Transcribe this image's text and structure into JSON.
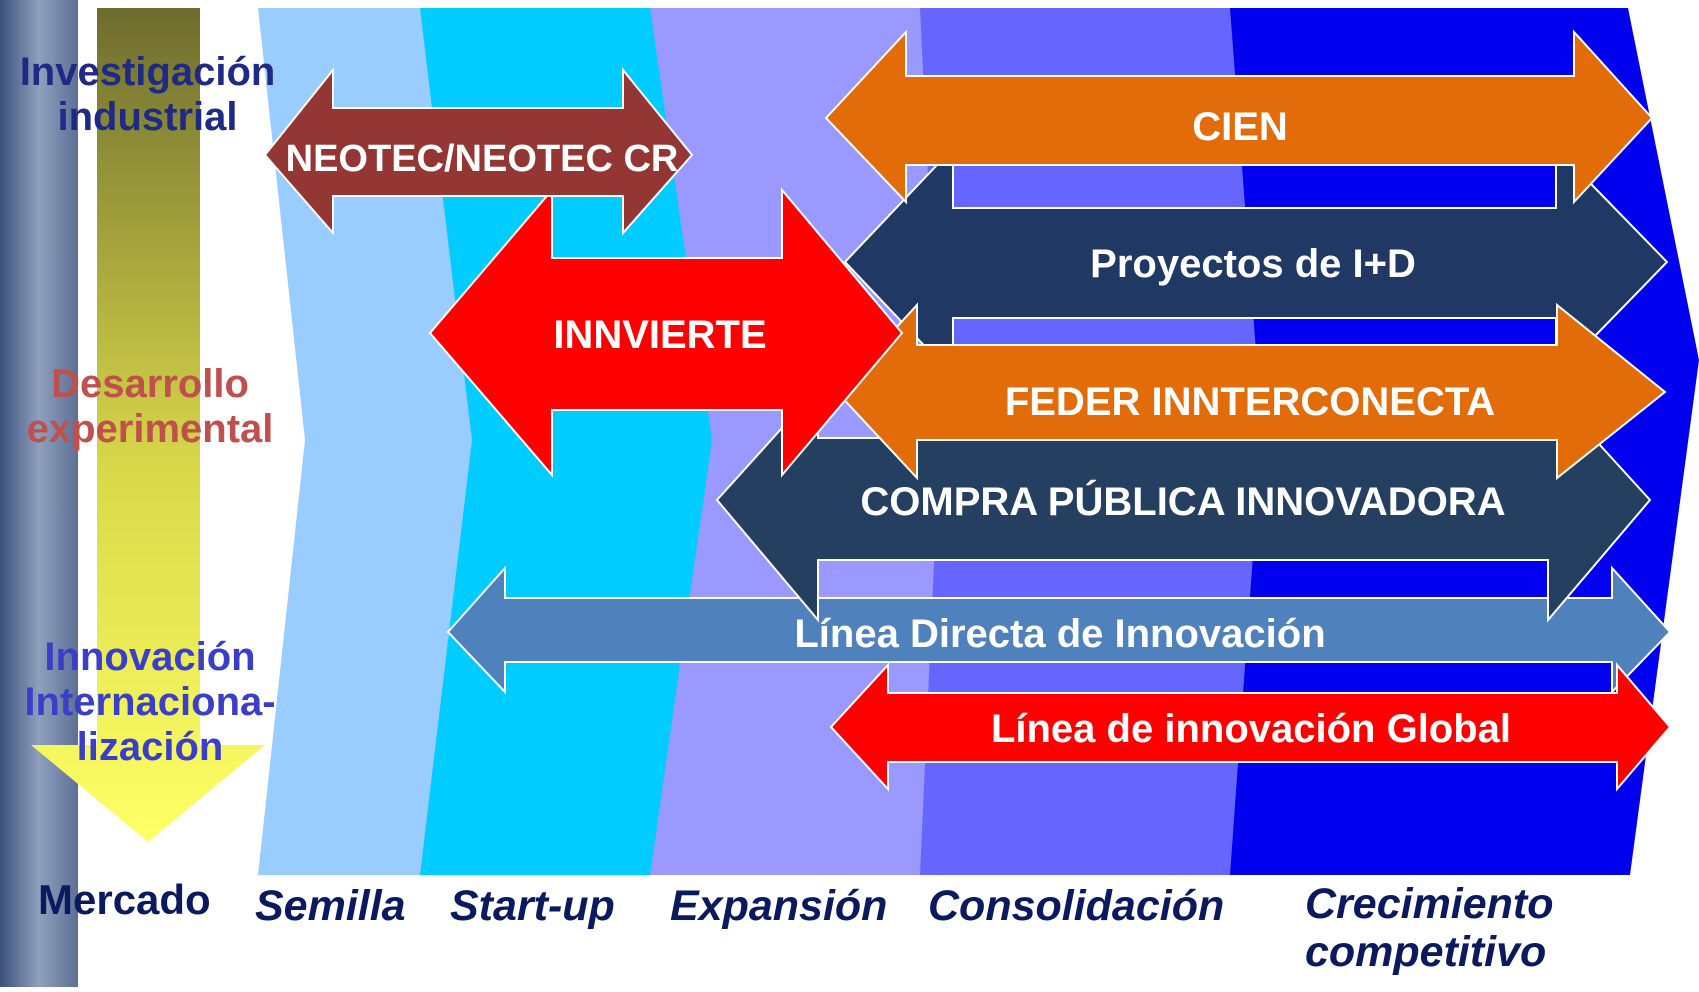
{
  "axis": {
    "top": "Investigación\nindustrial",
    "mid": "Desarrollo\nexperimental",
    "low": "Innovación\nInternaciona-\nlización",
    "bottom": "Mercado"
  },
  "stages": [
    "Semilla",
    "Start-up",
    "Expansión",
    "Consolidación",
    "Crecimiento\ncompetitivo"
  ],
  "programs": {
    "neotec": "NEOTEC/NEOTEC CR",
    "innvierte": "INNVIERTE",
    "cien": "CIEN",
    "proyectos": "Proyectos de I+D",
    "feder": "FEDER INNTERCONECTA",
    "compra": "COMPRA PÚBLICA INNOVADORA",
    "linea_directa": "Línea Directa de Innovación",
    "linea_global": "Línea de innovación Global"
  },
  "colors": {
    "semilla": "#99ccff",
    "startup": "#00ccff",
    "expansion": "#9999ff",
    "consolidacion": "#6666ff",
    "crecimiento": "#0000ee",
    "neotec": "#943634",
    "innvierte": "#ff0000",
    "cien": "#e36c0a",
    "proyectos": "#1f3864",
    "feder": "#e36c0a",
    "compra": "#243f60",
    "linea_directa": "#4f81bd",
    "linea_global": "#ff0000"
  }
}
